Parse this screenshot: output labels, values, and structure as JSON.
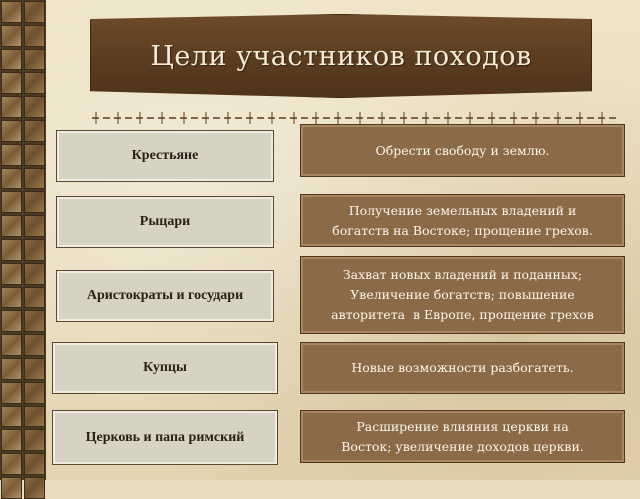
{
  "slide": {
    "title": "Цели участников походов",
    "colors": {
      "banner": "#5a3c20",
      "goal_box": "#8b6a47",
      "participant_box": "#d6d2c4"
    }
  },
  "rows": [
    {
      "participant": "Крестьяне",
      "goal": "Обрести свободу и землю."
    },
    {
      "participant": "Рыцари",
      "goal_lines": [
        "Получение земельных владений и",
        "богатств на Востоке; прощение грехов."
      ]
    },
    {
      "participant": "Аристократы и государи",
      "goal_lines": [
        "Захват новых владений и поданных;",
        "Увеличение богатств; повышение",
        "авторитета  в Европе, прощение грехов"
      ]
    },
    {
      "participant": "Купцы",
      "goal": "Новые возможности разбогатеть."
    },
    {
      "participant": "Церковь и папа римский",
      "goal_lines": [
        "Расширение влияния церкви на",
        "Восток; увеличение доходов церкви."
      ]
    }
  ]
}
